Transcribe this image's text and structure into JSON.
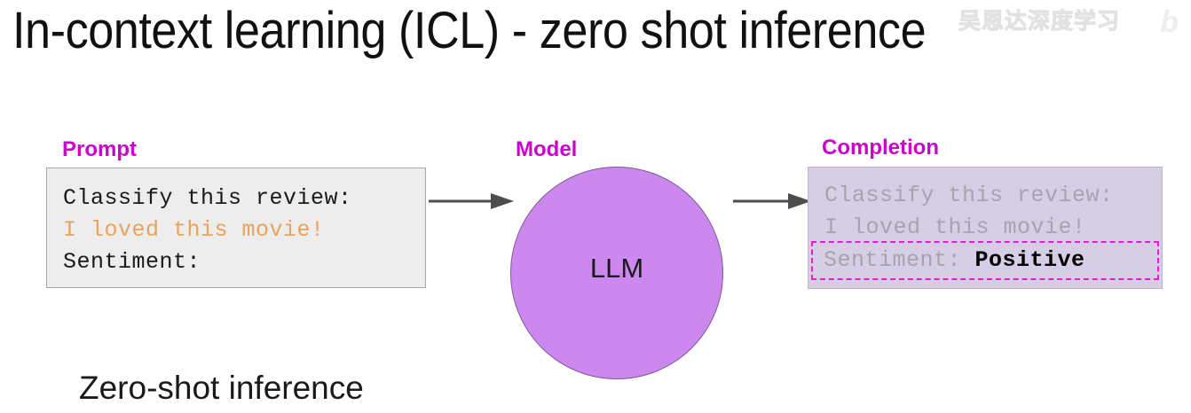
{
  "slide": {
    "title": "In-context learning (ICL) - zero shot inference",
    "footer_caption": "Zero-shot inference",
    "background_color": "#ffffff"
  },
  "watermark": {
    "text": "吴恩达深度学习",
    "logo": "b",
    "color": "#e9e9e9"
  },
  "colors": {
    "label_magenta": "#cc00cc",
    "highlight_magenta": "#e020d0",
    "prompt_bg": "#ededed",
    "prompt_border": "#a8a8a8",
    "completion_bg": "#d6cee4",
    "completion_border": "#bdb3cf",
    "model_fill": "#cc88ee",
    "model_stroke": "#7c5b93",
    "orange_text": "#e8a35c",
    "muted_text": "#a8a3ae",
    "arrow": "#4d4d4d"
  },
  "prompt": {
    "label": "Prompt",
    "lines": [
      {
        "text": "Classify this review:",
        "style": "normal"
      },
      {
        "text": "I loved this movie!",
        "style": "orange"
      },
      {
        "text": "Sentiment:",
        "style": "normal"
      }
    ],
    "line1": "Classify this review:",
    "line2": "I loved this movie!",
    "line3": "Sentiment:"
  },
  "model": {
    "label": "Model",
    "circle_label": "LLM"
  },
  "completion": {
    "label": "Completion",
    "line1": "Classify this review:",
    "line2": "I loved this movie!",
    "sentiment_prefix": "Sentiment: ",
    "sentiment_answer": "Positive"
  },
  "arrows": {
    "prompt_to_model": "arrow-right",
    "model_to_completion": "arrow-right"
  }
}
